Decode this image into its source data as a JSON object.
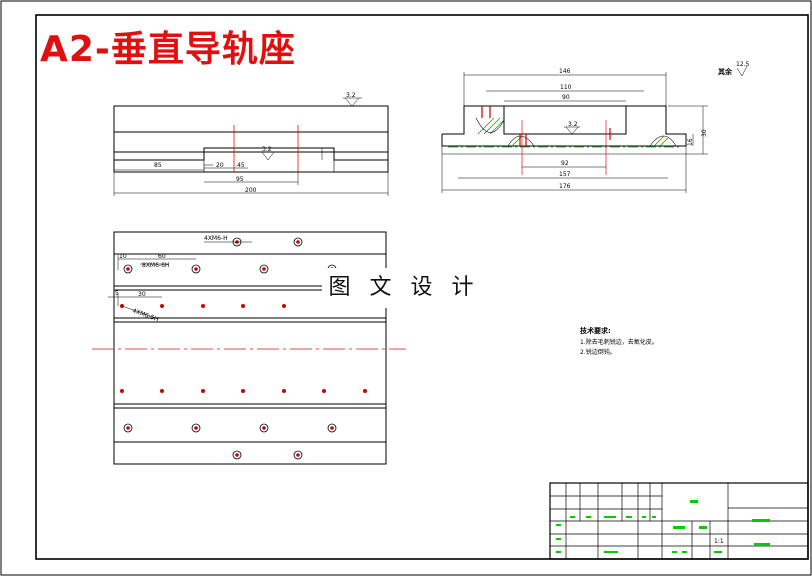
{
  "title": "A2-垂直导轨座",
  "watermark": "图 文 设 计",
  "roughness_general": "其余",
  "roughness_value_general": "12.5",
  "roughness_values": [
    "3.2",
    "3.2",
    "3.2"
  ],
  "front_view_dims": [
    "85",
    "20",
    "45",
    "95",
    "200"
  ],
  "side_view_dims": [
    "146",
    "110",
    "90",
    "92",
    "157",
    "176",
    "30",
    "16"
  ],
  "hole_callouts": [
    "4XM6-H",
    "8XM6-6H",
    "60",
    "10",
    "30",
    "5",
    "4XM6-5H"
  ],
  "tech_notes": {
    "title": "技术要求:",
    "lines": [
      "1.除去毛刺锐边，去氧化皮。",
      "2.锐边倒钝。"
    ]
  },
  "title_block": {
    "scale": "1:1"
  },
  "colors": {
    "title": "#e01010",
    "centerline": "#e01010",
    "hole": "#cc0000",
    "center_dash": "#00a000",
    "hatch": "#00a000",
    "block_fill": "#00cc00"
  }
}
